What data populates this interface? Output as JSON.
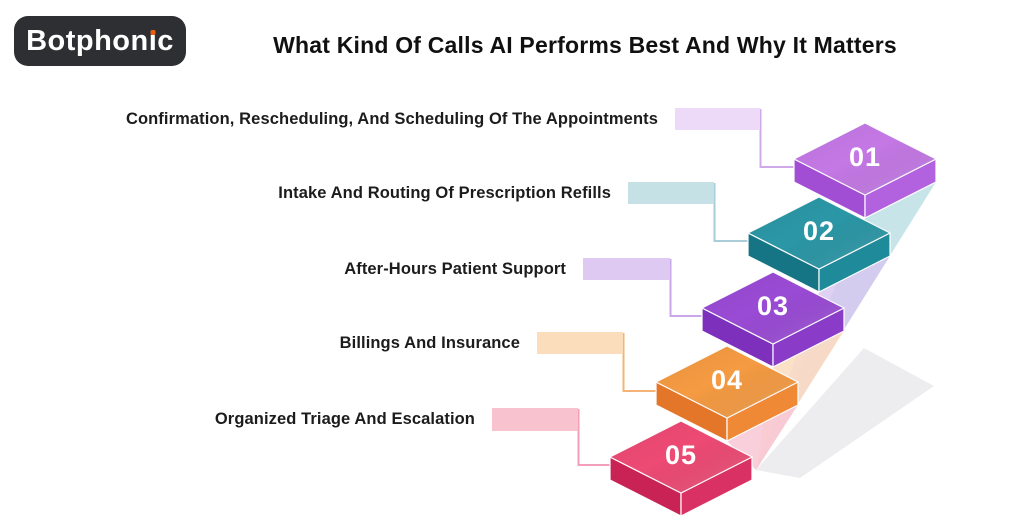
{
  "logo": {
    "text": "Botphonic",
    "text_pre": "Botphon",
    "text_i_stem": "ı",
    "text_post": "c",
    "bg_color": "#2e2f33",
    "i_dot_color": "#e85d13",
    "text_color": "#ffffff"
  },
  "title": {
    "text": "What Kind Of Calls AI Performs Best And Why It Matters",
    "color": "#101010"
  },
  "steps": [
    {
      "number": "01",
      "label": "Confirmation, Rescheduling, And Scheduling Of The Appointments",
      "colors": {
        "top": "#c478e5",
        "left": "#a24ed4",
        "right": "#b262de",
        "tag": "#ecdaf8",
        "line": "#d0a9e8"
      }
    },
    {
      "number": "02",
      "label": "Intake And Routing Of Prescription Refills",
      "colors": {
        "top": "#2b97a6",
        "left": "#157585",
        "right": "#1f8a9a",
        "tag": "#c5e1e6",
        "line": "#a9ced8"
      }
    },
    {
      "number": "03",
      "label": "After-Hours Patient Support",
      "colors": {
        "top": "#9a4bd5",
        "left": "#7c30bb",
        "right": "#8a3cc8",
        "tag": "#ddc9f2",
        "line": "#c9a8ea"
      }
    },
    {
      "number": "04",
      "label": "Billings And Insurance",
      "colors": {
        "top": "#f59b42",
        "left": "#e4762a",
        "right": "#ef8936",
        "tag": "#fbdcbb",
        "line": "#f4b377"
      }
    },
    {
      "number": "05",
      "label": "Organized Triage And Escalation",
      "colors": {
        "top": "#ed4a74",
        "left": "#c92355",
        "right": "#da3165",
        "tag": "#f8c2cf",
        "line": "#f49fba"
      }
    }
  ],
  "decor": {
    "trail_colors": [
      "#b9dfe2",
      "#d7c6f0",
      "#fcdcc0",
      "#f8c7d5"
    ],
    "floor_color": "#ededf0",
    "number_color": "#ffffff",
    "label_color": "#1c1c1c"
  }
}
